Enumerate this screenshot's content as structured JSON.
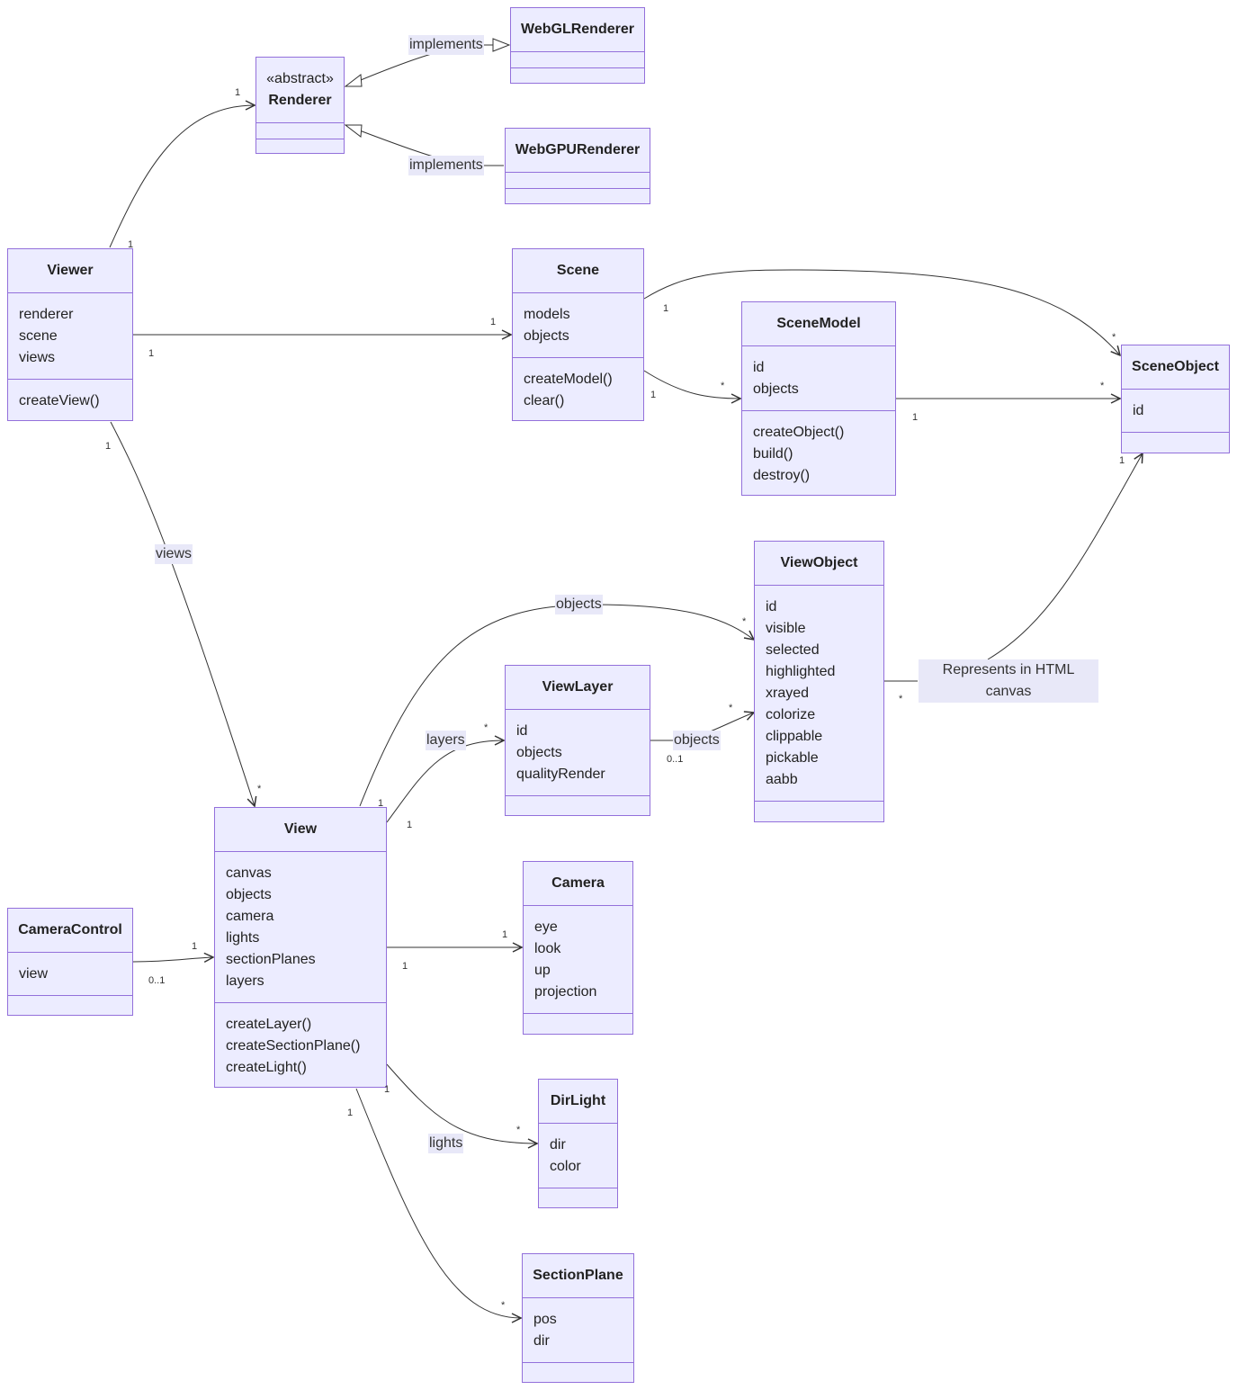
{
  "colors": {
    "class_fill": "#ECECFF",
    "class_border": "#9370DB",
    "edge": "#333333",
    "label_bg": "#E8E8F8"
  },
  "classes": {
    "renderer": {
      "stereotype": "«abstract»",
      "name": "Renderer",
      "attributes": [],
      "methods": []
    },
    "webgl": {
      "name": "WebGLRenderer",
      "attributes": [],
      "methods": []
    },
    "webgpu": {
      "name": "WebGPURenderer",
      "attributes": [],
      "methods": []
    },
    "viewer": {
      "name": "Viewer",
      "attributes": [
        "renderer",
        "scene",
        "views"
      ],
      "methods": [
        "createView()"
      ]
    },
    "scene": {
      "name": "Scene",
      "attributes": [
        "models",
        "objects"
      ],
      "methods": [
        "createModel()",
        "clear()"
      ]
    },
    "scenemodel": {
      "name": "SceneModel",
      "attributes": [
        "id",
        "objects"
      ],
      "methods": [
        "createObject()",
        "build()",
        "destroy()"
      ]
    },
    "sceneobject": {
      "name": "SceneObject",
      "attributes": [
        "id"
      ],
      "methods": []
    },
    "viewobject": {
      "name": "ViewObject",
      "attributes": [
        "id",
        "visible",
        "selected",
        "highlighted",
        "xrayed",
        "colorize",
        "clippable",
        "pickable",
        "aabb"
      ],
      "methods": []
    },
    "viewlayer": {
      "name": "ViewLayer",
      "attributes": [
        "id",
        "objects",
        "qualityRender"
      ],
      "methods": []
    },
    "view": {
      "name": "View",
      "attributes": [
        "canvas",
        "objects",
        "camera",
        "lights",
        "sectionPlanes",
        "layers"
      ],
      "methods": [
        "createLayer()",
        "createSectionPlane()",
        "createLight()"
      ]
    },
    "cameracontrol": {
      "name": "CameraControl",
      "attributes": [
        "view"
      ],
      "methods": []
    },
    "camera": {
      "name": "Camera",
      "attributes": [
        "eye",
        "look",
        "up",
        "projection"
      ],
      "methods": []
    },
    "dirlight": {
      "name": "DirLight",
      "attributes": [
        "dir",
        "color"
      ],
      "methods": []
    },
    "sectionplane": {
      "name": "SectionPlane",
      "attributes": [
        "pos",
        "dir"
      ],
      "methods": []
    }
  },
  "edge_labels": {
    "implements_gl": "implements",
    "implements_gpu": "implements",
    "views": "views",
    "objects_view": "objects",
    "layers": "layers",
    "objects_layer": "objects",
    "lights": "lights"
  },
  "cardinalities": {
    "viewer_renderer_src": "1",
    "viewer_renderer_dst": "1",
    "viewer_scene_src": "1",
    "viewer_scene_dst": "1",
    "scene_sceneobject_src": "1",
    "scene_sceneobject_dst": "*",
    "scene_scenemodel_src": "1",
    "scene_scenemodel_dst": "*",
    "scenemodel_sceneobject_src": "1",
    "scenemodel_sceneobject_dst": "*",
    "viewer_view_src": "1",
    "viewer_view_dst": "*",
    "view_viewobject_src": "1",
    "view_viewobject_dst": "*",
    "view_viewlayer_src": "1",
    "view_viewlayer_dst": "*",
    "viewlayer_viewobject_src": "0..1",
    "viewlayer_viewobject_dst": "*",
    "viewobject_sceneobject_src": "*",
    "viewobject_sceneobject_dst": "1",
    "cameracontrol_view_src": "0..1",
    "cameracontrol_view_dst": "1",
    "view_camera_src": "1",
    "view_camera_dst": "1",
    "view_dirlight_src": "1",
    "view_dirlight_dst": "*",
    "view_sectionplane_src": "1",
    "view_sectionplane_dst": "*"
  },
  "note": {
    "text": "Represents in HTML canvas"
  }
}
